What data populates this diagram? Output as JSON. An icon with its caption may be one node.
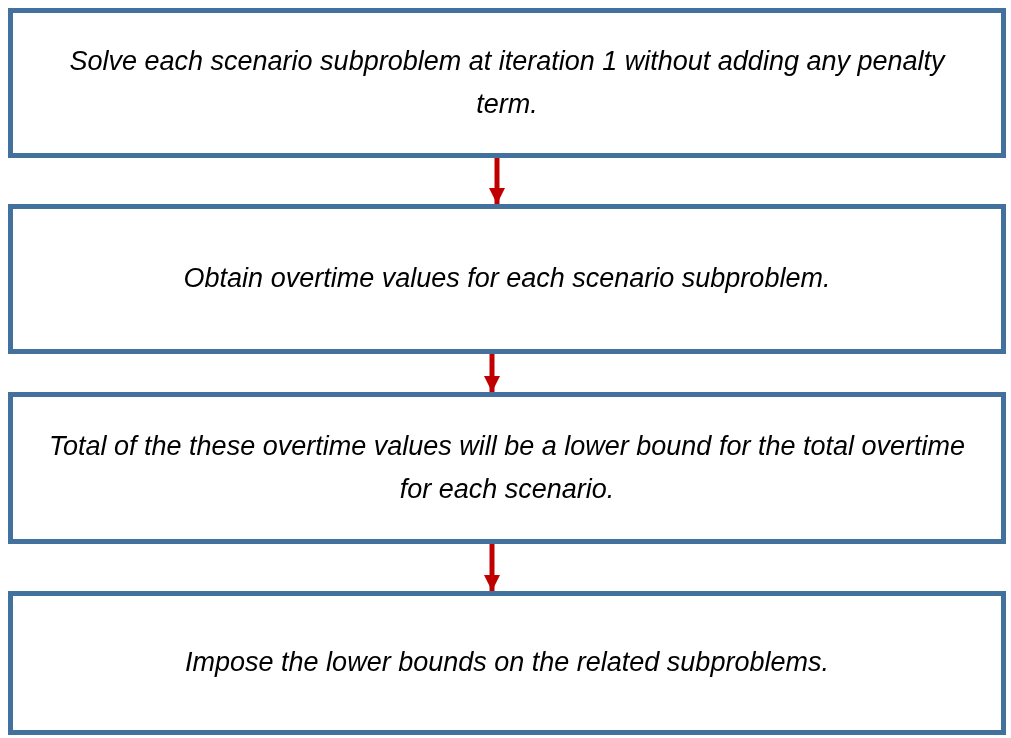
{
  "diagram": {
    "nodes": [
      {
        "text": [
          "Solve each scenario subproblem at iteration 1 without adding any penalty term."
        ]
      },
      {
        "text": [
          "Obtain overtime values for each scenario subproblem."
        ]
      },
      {
        "text": [
          "Total of the these overtime values will be a lower bound for the total overtime for each scenario."
        ]
      },
      {
        "text": [
          "Impose the lower bounds on the related subproblems."
        ]
      }
    ],
    "edges": [
      {
        "from": 0,
        "to": 1,
        "arrow": "to"
      },
      {
        "from": 1,
        "to": 2,
        "arrow": "to"
      },
      {
        "from": 2,
        "to": 3,
        "arrow": "to"
      }
    ]
  }
}
